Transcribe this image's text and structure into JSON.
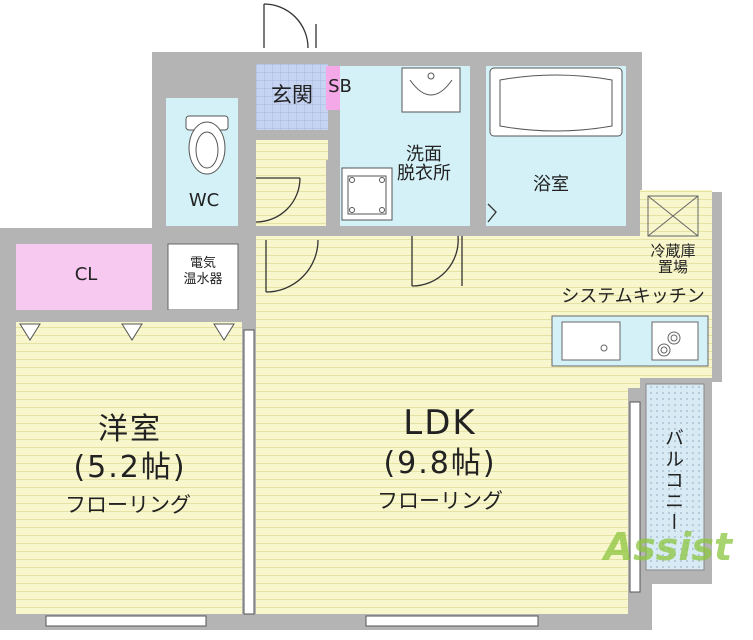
{
  "rooms": {
    "genkan": "玄関",
    "sb": "SB",
    "wc": "WC",
    "senmen": "洗面\n脱衣所",
    "yokushitsu": "浴室",
    "cl": "CL",
    "denki": "電気\n温水器",
    "reizoko": "冷蔵庫\n置場",
    "kitchen": "システムキッチン",
    "youshitsu": {
      "name": "洋室",
      "size": "(5.2帖)",
      "floor": "フローリング"
    },
    "ldk": {
      "name": "LDK",
      "size": "(9.8帖)",
      "floor": "フローリング"
    },
    "balcony": "バルコニー"
  },
  "logo": "Assist",
  "colors": {
    "wall": "#b4b4b4",
    "floor": "#f8f6cc",
    "floor_line": "#e6e2a4",
    "wet": "#d4f1f7",
    "entrance": "#c6d4f2",
    "closet": "#f7c8f0",
    "sb": "#f4a8e8",
    "balcony": "#d8eaf4",
    "logo": "#8cc63f"
  }
}
